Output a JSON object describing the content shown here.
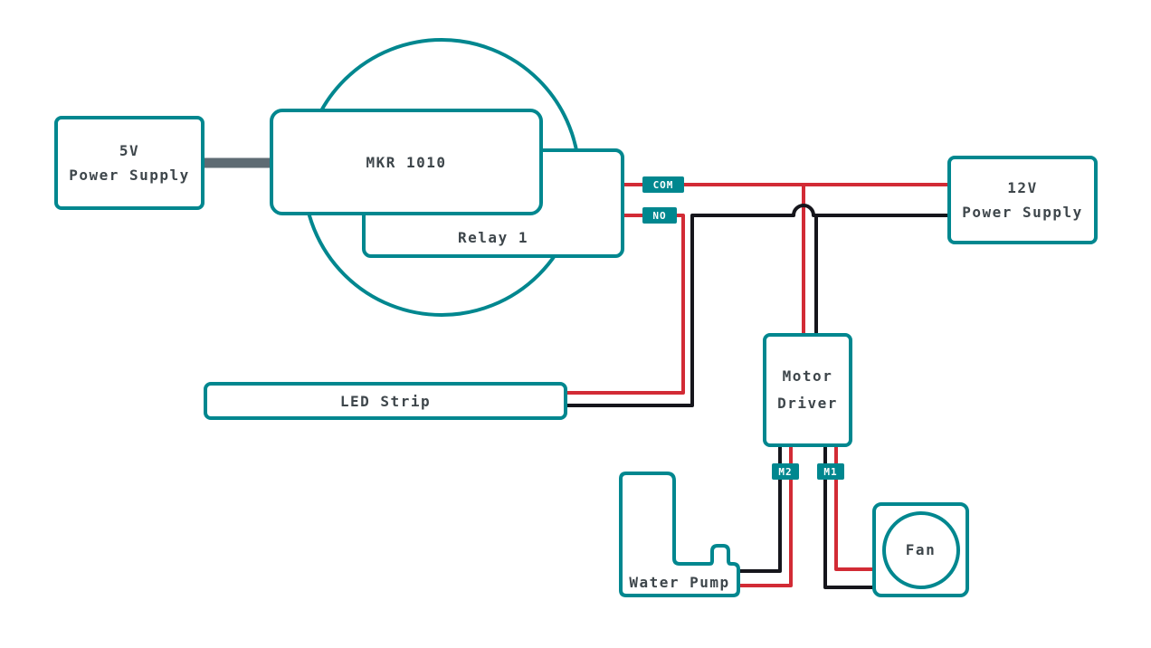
{
  "diagram": {
    "type": "wiring-diagram",
    "colors": {
      "teal": "#00878F",
      "red": "#D22B35",
      "wire": "#16161C",
      "gray": "#5E6B73",
      "text": "#3E464B"
    },
    "nodes": {
      "psu5": {
        "line1": "5V",
        "line2": "Power Supply"
      },
      "mkr": {
        "label": "MKR 1010"
      },
      "relay": {
        "label": "Relay 1"
      },
      "psu12": {
        "line1": "12V",
        "line2": "Power Supply"
      },
      "led_strip": {
        "label": "LED Strip"
      },
      "motor_driver": {
        "line1": "Motor",
        "line2": "Driver"
      },
      "water_pump": {
        "label": "Water Pump"
      },
      "fan": {
        "label": "Fan"
      }
    },
    "pins": {
      "com": "COM",
      "no": "NO",
      "m2": "M2",
      "m1": "M1"
    }
  }
}
